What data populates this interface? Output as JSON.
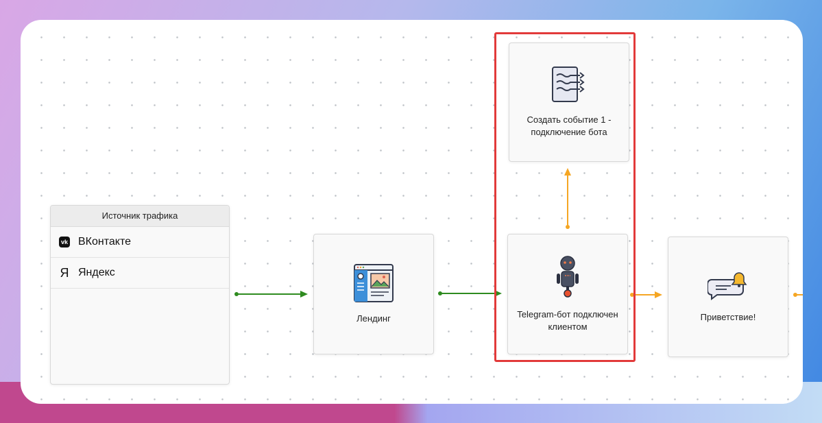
{
  "source_panel": {
    "title": "Источник трафика",
    "items": [
      {
        "label": "ВКонтакте",
        "icon": "vk-icon"
      },
      {
        "label": "Яндекс",
        "icon": "yandex-icon"
      }
    ]
  },
  "nodes": {
    "landing": {
      "label": "Лендинг",
      "icon": "landing-page-icon"
    },
    "bot": {
      "label": "Telegram-бот подключен клиентом",
      "icon": "robot-icon"
    },
    "event": {
      "label": "Создать событие 1 - подключение бота",
      "icon": "event-document-icon"
    },
    "greeting": {
      "label": "Приветствие!",
      "icon": "message-bell-icon"
    }
  },
  "colors": {
    "green_connector": "#2e8b1f",
    "orange_connector": "#f5a623",
    "highlight": "#e23a3a"
  }
}
